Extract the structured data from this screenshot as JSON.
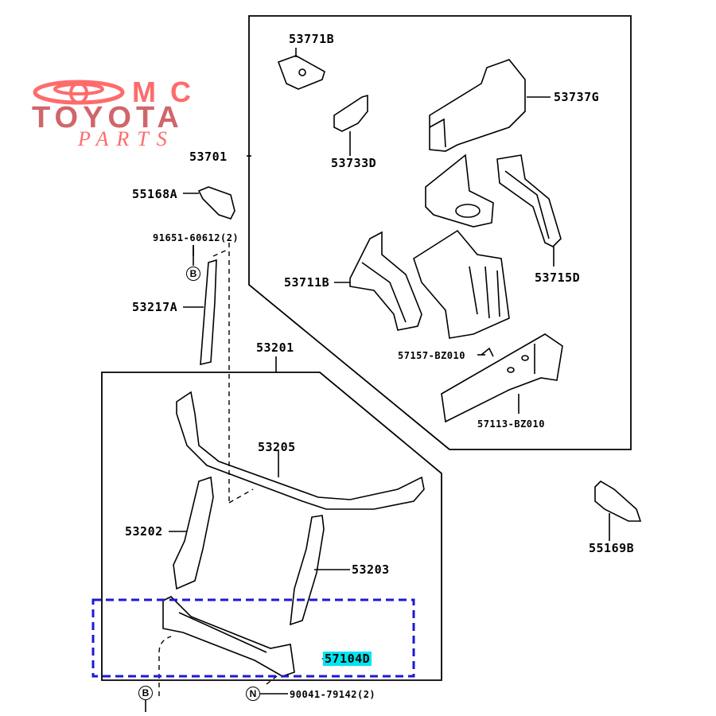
{
  "watermark": {
    "line1": "MC",
    "line2": "TOYOTA",
    "line3": "PARTS",
    "colors": {
      "primary": "#ff6b6b",
      "secondary": "#cc5a5f"
    }
  },
  "diagram": {
    "type": "exploded parts diagram",
    "highlight": {
      "part_number": "57104D",
      "highlight_color": "#00e5f0",
      "selection_box_color": "#1a1ad6"
    },
    "parts": [
      {
        "id": "53771B",
        "label": "53771B"
      },
      {
        "id": "53733D",
        "label": "53733D"
      },
      {
        "id": "53737G",
        "label": "53737G"
      },
      {
        "id": "53701",
        "label": "53701"
      },
      {
        "id": "55168A",
        "label": "55168A"
      },
      {
        "id": "91651-60612",
        "label": "91651-60612(2)"
      },
      {
        "id": "53711B",
        "label": "53711B"
      },
      {
        "id": "53715D",
        "label": "53715D"
      },
      {
        "id": "53217A",
        "label": "53217A"
      },
      {
        "id": "57157-BZ010",
        "label": "57157-BZ010"
      },
      {
        "id": "57113-BZ010",
        "label": "57113-BZ010"
      },
      {
        "id": "53201",
        "label": "53201"
      },
      {
        "id": "53205",
        "label": "53205"
      },
      {
        "id": "53202",
        "label": "53202"
      },
      {
        "id": "53203",
        "label": "53203"
      },
      {
        "id": "55169B",
        "label": "55169B"
      },
      {
        "id": "57104D",
        "label": "57104D"
      },
      {
        "id": "90041-79142",
        "label": "90041-79142(2)"
      }
    ],
    "callouts": [
      {
        "id": "B-upper",
        "letter": "B"
      },
      {
        "id": "B-lower",
        "letter": "B"
      },
      {
        "id": "N",
        "letter": "N"
      }
    ]
  }
}
